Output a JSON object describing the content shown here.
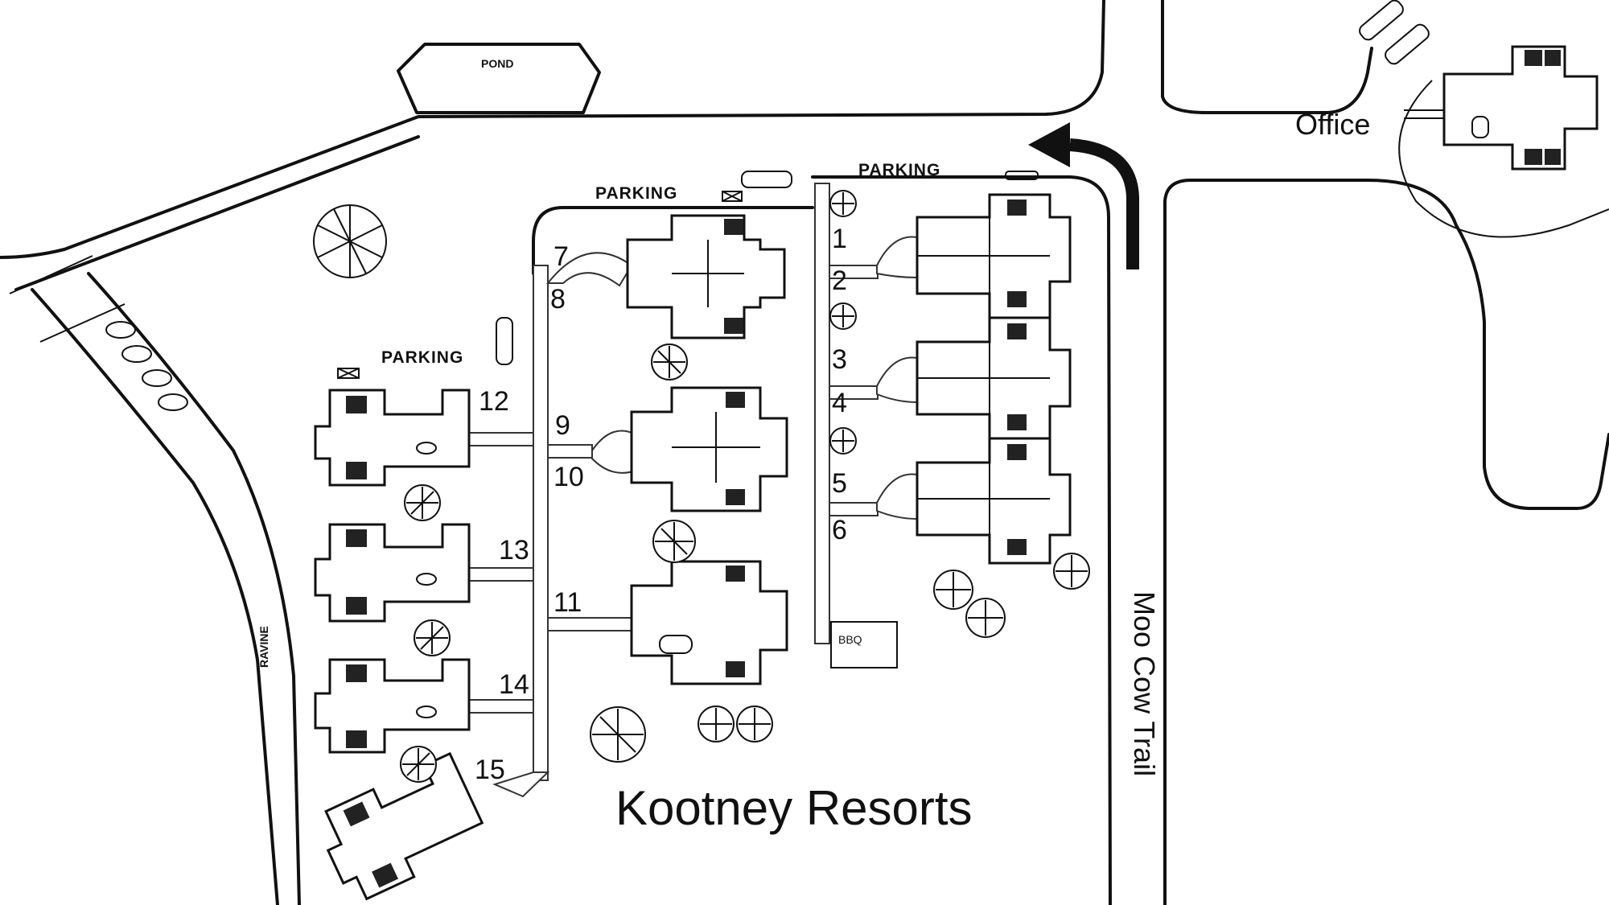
{
  "map": {
    "title": "Kootney Resorts",
    "road_name": "Moo Cow Trail",
    "office_label": "Office",
    "pond_label": "POND",
    "ravine_label": "RAVINE",
    "bbq_label": "BBQ",
    "parking_labels": [
      "PARKING",
      "PARKING",
      "PARKING"
    ],
    "units": [
      "1",
      "2",
      "3",
      "4",
      "5",
      "6",
      "7",
      "8",
      "9",
      "10",
      "11",
      "12",
      "13",
      "14",
      "15"
    ]
  }
}
